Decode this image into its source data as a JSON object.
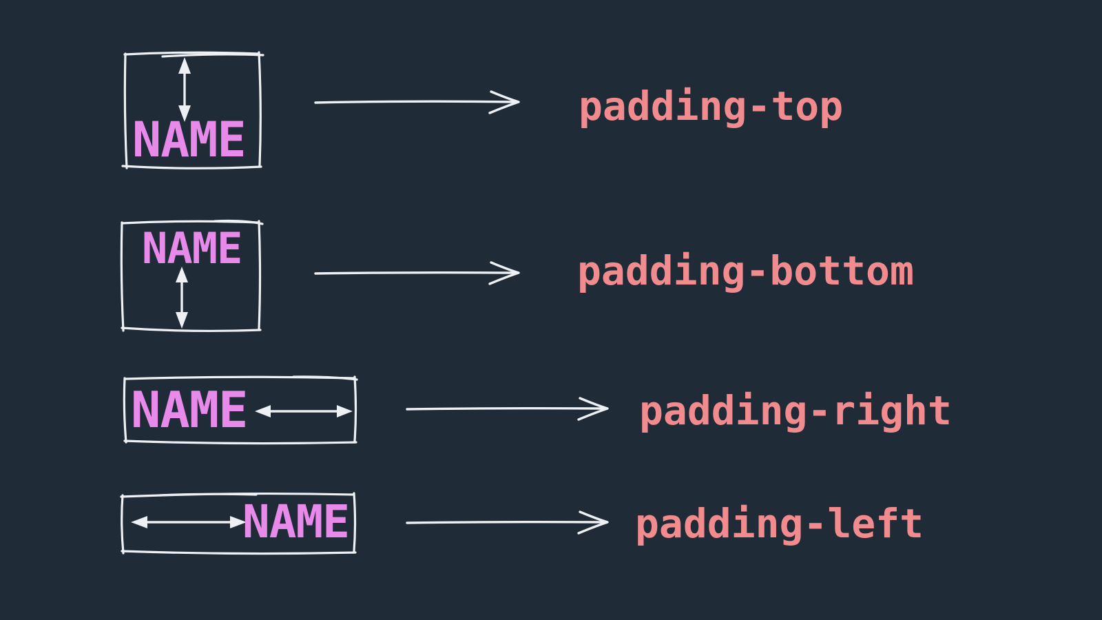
{
  "colors": {
    "background": "#202b38",
    "stroke": "#eef1f4",
    "name_text": "#e78ae9",
    "property_text": "#f28b8d"
  },
  "rows": [
    {
      "name": "NAME",
      "property": "padding-top"
    },
    {
      "name": "NAME",
      "property": "padding-bottom"
    },
    {
      "name": "NAME",
      "property": "padding-right"
    },
    {
      "name": "NAME",
      "property": "padding-left"
    }
  ]
}
